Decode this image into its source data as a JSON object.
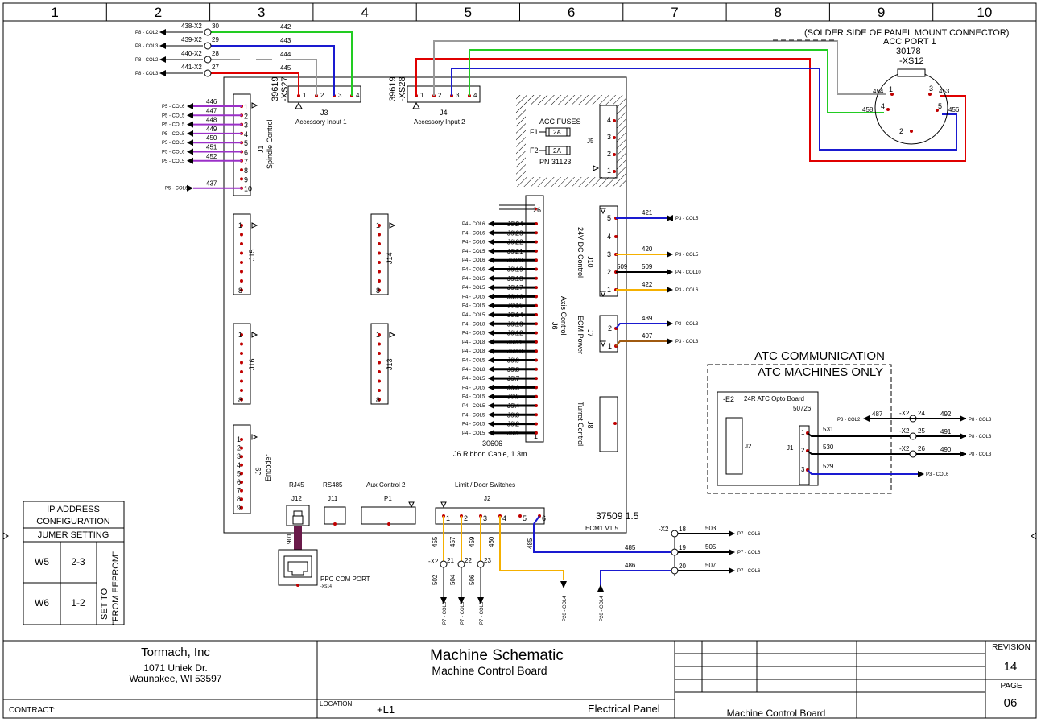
{
  "colors": {
    "green": "#22cc22",
    "blue": "#1a1ad0",
    "red": "#e00000",
    "gray": "#9a9a9a",
    "purple": "#9b30c8",
    "orange": "#f5b000",
    "brown": "#a05a10",
    "black": "#000000",
    "pin": "#c00000",
    "maroon": "#6a1a4a"
  },
  "grid": {
    "columns": [
      "1",
      "2",
      "3",
      "4",
      "5",
      "6",
      "7",
      "8",
      "9",
      "10"
    ]
  },
  "title_block": {
    "company": "Tormach, Inc",
    "address1": "1071 Uniek Dr.",
    "address2": "Waunakee, WI 53597",
    "contract_label": "CONTRACT:",
    "title": "Machine Schematic",
    "subtitle": "Machine Control Board",
    "location_label": "LOCATION:",
    "location_value": "+L1",
    "location_name": "Electrical Panel",
    "sheet_name": "Machine Control Board",
    "revision_label": "REVISION",
    "revision": "14",
    "page_label": "PAGE",
    "page": "06"
  },
  "ip_config": {
    "title1": "IP ADDRESS",
    "title2": "CONFIGURATION",
    "title3": "JUMER SETTING",
    "rows": [
      {
        "jumper": "W5",
        "setting": "2-3"
      },
      {
        "jumper": "W6",
        "setting": "1-2"
      }
    ],
    "note1": "SET TO",
    "note2": "\"FROM EEPROM\""
  },
  "acc_port": {
    "note": "(SOLDER SIDE OF PANEL MOUNT CONNECTOR)",
    "name": "ACC PORT 1",
    "part": "30178",
    "ref": "-XS12",
    "pin_labels": [
      "1",
      "2",
      "3",
      "4",
      "5"
    ],
    "wire_labels": [
      "454",
      "453",
      "458",
      "456"
    ]
  },
  "board": {
    "part": "37509 1.5",
    "model": "ECM1 V1.5"
  },
  "j3": {
    "ref": "J3",
    "name": "Accessory Input 1",
    "conn_part": "39619",
    "conn_ref": "-XS27",
    "pins": [
      "1",
      "2",
      "3",
      "4"
    ],
    "wires": [
      {
        "src": "438-X2",
        "term": "30",
        "wire": "442",
        "dest": "P8 - COL2"
      },
      {
        "src": "439-X2",
        "term": "29",
        "wire": "443",
        "dest": "P8 - COL3"
      },
      {
        "src": "440-X2",
        "term": "28",
        "wire": "444",
        "dest": "P8 - COL2"
      },
      {
        "src": "441-X2",
        "term": "27",
        "wire": "445",
        "dest": "P8 - COL3"
      }
    ]
  },
  "j4": {
    "ref": "J4",
    "name": "Accessory Input 2",
    "conn_part": "39619",
    "conn_ref": "-XS28",
    "pins": [
      "1",
      "2",
      "3",
      "4"
    ]
  },
  "j5": {
    "ref": "J5",
    "fuse_title": "ACC FUSES",
    "fuses": [
      {
        "name": "F1",
        "rating": "2A"
      },
      {
        "name": "F2",
        "rating": "2A"
      }
    ],
    "fuse_pn": "PN 31123",
    "pins": [
      "4",
      "3",
      "2",
      "1"
    ]
  },
  "j1": {
    "ref": "J1",
    "name": "Spindle Control",
    "pins": [
      "1",
      "2",
      "3",
      "4",
      "5",
      "6",
      "7",
      "8",
      "9",
      "10"
    ],
    "wires": [
      {
        "wire": "446",
        "dest": "P5 - COL6"
      },
      {
        "wire": "447",
        "dest": "P5 - COL5"
      },
      {
        "wire": "448",
        "dest": "P5 - COL5"
      },
      {
        "wire": "449",
        "dest": "P5 - COL5"
      },
      {
        "wire": "450",
        "dest": "P5 - COL5"
      },
      {
        "wire": "451",
        "dest": "P5 - COL6"
      },
      {
        "wire": "452",
        "dest": "P5 - COL5"
      },
      {
        "wire": "437",
        "dest": "P5 - COL6"
      }
    ]
  },
  "j15": {
    "ref": "J15",
    "pin_first": "1",
    "pin_last": "8"
  },
  "j16": {
    "ref": "J16",
    "pin_first": "1",
    "pin_last": "8"
  },
  "j14": {
    "ref": "J14",
    "pin_first": "1",
    "pin_last": "8"
  },
  "j13": {
    "ref": "J13",
    "pin_first": "1",
    "pin_last": "8"
  },
  "j9": {
    "ref": "J9",
    "name": "Encoder",
    "pins": [
      "1",
      "2",
      "3",
      "4",
      "5",
      "6",
      "7",
      "8",
      "9"
    ]
  },
  "j6": {
    "ref": "J6",
    "name": "Axis Control",
    "pin_top": "26",
    "pin_bottom": "1",
    "cable_part": "30606",
    "cable_name": "J6 Ribbon Cable, 1.3m",
    "rows": [
      {
        "label": "J6\\24",
        "dest": "P4 - COL6"
      },
      {
        "label": "J6\\23",
        "dest": "P4 - COL6"
      },
      {
        "label": "J6\\22",
        "dest": "P4 - COL6"
      },
      {
        "label": "J6\\21",
        "dest": "P4 - COL5"
      },
      {
        "label": "J6\\20",
        "dest": "P4 - COL6"
      },
      {
        "label": "J6\\19",
        "dest": "P4 - COL6"
      },
      {
        "label": "J6\\18",
        "dest": "P4 - COL5"
      },
      {
        "label": "J6\\17",
        "dest": "P4 - COL5"
      },
      {
        "label": "J6\\16",
        "dest": "P4 - COL5"
      },
      {
        "label": "J6\\15",
        "dest": "P4 - COL5"
      },
      {
        "label": "J6\\14",
        "dest": "P4 - COL5"
      },
      {
        "label": "J6\\13",
        "dest": "P4 - COL8"
      },
      {
        "label": "J6\\12",
        "dest": "P4 - COL5"
      },
      {
        "label": "J6\\11",
        "dest": "P4 - COL8"
      },
      {
        "label": "J6\\10",
        "dest": "P4 - COL8"
      },
      {
        "label": "J6\\9",
        "dest": "P4 - COL5"
      },
      {
        "label": "J6\\8",
        "dest": "P4 - COL8"
      },
      {
        "label": "J6\\7",
        "dest": "P4 - COL5"
      },
      {
        "label": "J6\\6",
        "dest": "P4 - COL5"
      },
      {
        "label": "J6\\5",
        "dest": "P4 - COL5"
      },
      {
        "label": "J6\\4",
        "dest": "P4 - COL5"
      },
      {
        "label": "J6\\3",
        "dest": "P4 - COL5"
      },
      {
        "label": "J6\\2",
        "dest": "P4 - COL5"
      },
      {
        "label": "J6\\1",
        "dest": "P4 - COL5"
      }
    ]
  },
  "j10": {
    "ref": "J10",
    "name": "24V DC Control",
    "pins": [
      "5",
      "4",
      "3",
      "2",
      "1"
    ],
    "wires": [
      {
        "pin": "5",
        "wire": "421",
        "dest": "P3 - COL5",
        "color": "blue"
      },
      {
        "pin": "3",
        "wire": "420",
        "dest": "P3 - COL5",
        "color": "orange"
      },
      {
        "pin": "2",
        "wire": "509",
        "wire2": "509",
        "dest": "P4 - COL10",
        "color": "black"
      },
      {
        "pin": "1",
        "wire": "422",
        "dest": "P3 - COL6",
        "color": "orange"
      }
    ]
  },
  "j7": {
    "ref": "J7",
    "name": "ECM Power",
    "pins": [
      "2",
      "1"
    ],
    "wires": [
      {
        "wire": "489",
        "dest": "P3 - COL3",
        "color": "blue"
      },
      {
        "wire": "407",
        "dest": "P3 - COL3",
        "color": "brown"
      }
    ]
  },
  "j8": {
    "ref": "J8",
    "name": "Turret Control"
  },
  "atc": {
    "title1": "ATC COMMUNICATION",
    "title2": "ATC MACHINES ONLY",
    "ref": "-E2",
    "board_name": "24R ATC Opto Board",
    "board_part": "50726",
    "j2": "J2",
    "j1": "J1",
    "in_wire": "487",
    "in_src": "P3 - COL2",
    "wires": [
      {
        "pin": "1",
        "wire": "531",
        "term_ref": "-X2",
        "term": "24",
        "out_wire": "492",
        "dest": "P8 - COL3"
      },
      {
        "pin": "2",
        "wire": "530",
        "term_ref": "-X2",
        "term": "25",
        "out_wire": "491",
        "dest": "P8 - COL3"
      },
      {
        "pin": "3",
        "wire": "529",
        "dest": "P3 - COL6"
      }
    ],
    "term26": {
      "term_ref": "-X2",
      "term": "26",
      "out_wire": "490",
      "dest": "P8 - COL3"
    }
  },
  "bottom": {
    "rj45": "RJ45",
    "j12": "J12",
    "rs485": "RS485",
    "j11": "J11",
    "aux": "Aux Control 2",
    "p1": "P1",
    "limit": "Limit / Door Switches",
    "j2": "J2",
    "j2_pins": [
      "1",
      "2",
      "3",
      "4",
      "5",
      "6"
    ],
    "wire_901": "901",
    "ppc": "PPC COM PORT",
    "ppc_ref": "-XS14",
    "limit_wires": [
      "455",
      "457",
      "459",
      "460",
      "485"
    ],
    "x2_left": {
      "ref": "-X2",
      "terms": [
        "21",
        "22",
        "23"
      ],
      "wires": [
        "502",
        "504",
        "506"
      ],
      "dest": "P7 - COL6"
    },
    "p20": "P20 - COL4",
    "x2_right": {
      "ref": "-X2",
      "terms": [
        "18",
        "19",
        "20"
      ],
      "wires": [
        "503",
        "505",
        "507"
      ],
      "dest": "P7 - COL6"
    },
    "w485": "485",
    "w486": "486"
  }
}
